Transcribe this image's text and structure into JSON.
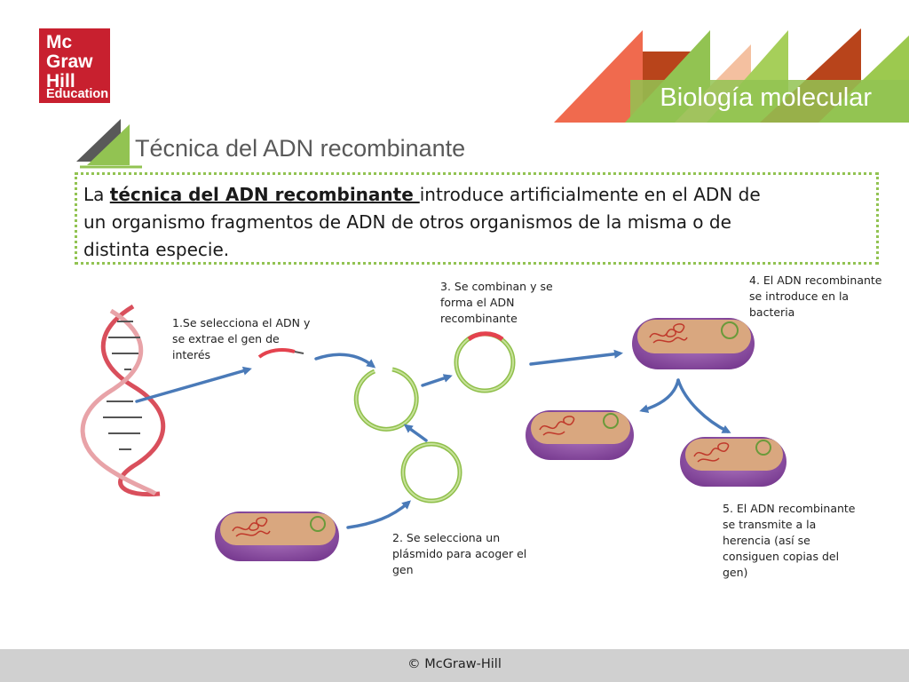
{
  "logo": {
    "lines": [
      "Mc",
      "Graw",
      "Hill",
      "Education"
    ],
    "color": "#c8202f"
  },
  "header": {
    "subject": "Biología molecular",
    "section_title": "Técnica del ADN recombinante"
  },
  "definition": {
    "lead": "La ",
    "term": "técnica del ADN recombinante ",
    "rest": "introduce artificialmente en el ADN de un organismo fragmentos de ADN de otros organismos de la misma o de distinta especie."
  },
  "steps": [
    {
      "label": "1.Se selecciona el ADN y\nse extrae el gen de\ninterés"
    },
    {
      "label": "2. Se selecciona un\nplásmido para acoger el\ngen"
    },
    {
      "label": "3. Se combinan y se\nforma el ADN\nrecombinante"
    },
    {
      "label": "4. El ADN recombinante\nse introduce en la\nbacteria"
    },
    {
      "label": "5. El ADN recombinante\nse transmite a la\nherencia (así se\nconsiguen copias del\ngen)"
    }
  ],
  "footer": {
    "text": "© McGraw-Hill"
  },
  "colors": {
    "accent_green": "#92c352",
    "accent_red": "#e8553e",
    "accent_dark_red": "#b8441b",
    "peach": "#f4c0a0",
    "arrow_blue": "#4a7ab8",
    "plasmid_green": "#8fbf4a",
    "bacteria_purple": "#8e4fa3",
    "cytoplasm_tan": "#d9a77f"
  }
}
